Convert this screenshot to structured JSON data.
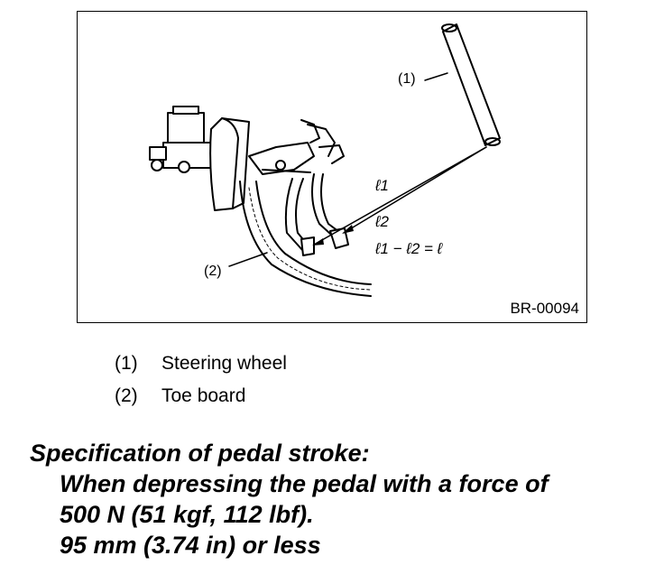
{
  "figure": {
    "code": "BR-00094",
    "callouts": {
      "c1": "(1)",
      "c2": "(2)"
    },
    "formula": {
      "l1": "ℓ1",
      "l2": "ℓ2",
      "relation": "ℓ1 − ℓ2 = ℓ"
    }
  },
  "legend": [
    {
      "num": "(1)",
      "text": "Steering wheel"
    },
    {
      "num": "(2)",
      "text": "Toe board"
    }
  ],
  "spec": {
    "heading": "Specification of pedal stroke:",
    "lines": [
      "When depressing the pedal with a force of",
      "500 N (51 kgf, 112 lbf).",
      "95 mm (3.74 in) or less"
    ]
  }
}
